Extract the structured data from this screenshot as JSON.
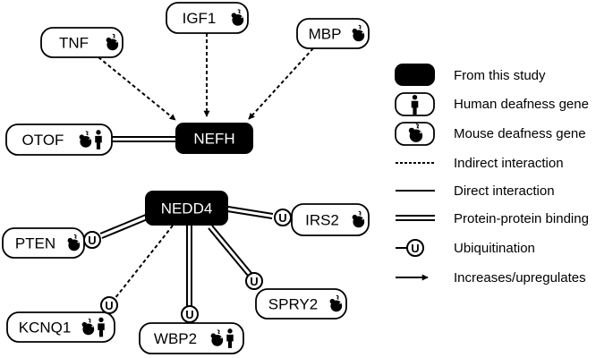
{
  "nodes": {
    "tnf": {
      "label": "TNF",
      "icons": [
        "mouse"
      ]
    },
    "igf1": {
      "label": "IGF1",
      "icons": [
        "mouse"
      ]
    },
    "mbp": {
      "label": "MBP",
      "icons": [
        "mouse"
      ]
    },
    "otof": {
      "label": "OTOF",
      "icons": [
        "mouse",
        "human"
      ]
    },
    "nefh": {
      "label": "NEFH",
      "icons": [],
      "highlight": true
    },
    "nedd4": {
      "label": "NEDD4",
      "icons": [],
      "highlight": true
    },
    "irs2": {
      "label": "IRS2",
      "icons": [
        "mouse"
      ]
    },
    "pten": {
      "label": "PTEN",
      "icons": [
        "mouse"
      ]
    },
    "spry2": {
      "label": "SPRY2",
      "icons": [
        "mouse"
      ]
    },
    "kcnq1": {
      "label": "KCNQ1",
      "icons": [
        "mouse",
        "human"
      ]
    },
    "wbp2": {
      "label": "WBP2",
      "icons": [
        "mouse",
        "human"
      ]
    }
  },
  "edges": [
    {
      "from": "tnf",
      "to": "nefh",
      "type": "indirect",
      "arrow": true
    },
    {
      "from": "igf1",
      "to": "nefh",
      "type": "indirect",
      "arrow": true
    },
    {
      "from": "mbp",
      "to": "nefh",
      "type": "indirect",
      "arrow": true
    },
    {
      "from": "otof",
      "to": "nefh",
      "type": "binding"
    },
    {
      "from": "nedd4",
      "to": "irs2",
      "type": "binding",
      "ubiquitination": true
    },
    {
      "from": "nedd4",
      "to": "pten",
      "type": "binding",
      "ubiquitination": true
    },
    {
      "from": "nedd4",
      "to": "spry2",
      "type": "binding",
      "ubiquitination": true
    },
    {
      "from": "nedd4",
      "to": "kcnq1",
      "type": "indirect",
      "ubiquitination": true
    },
    {
      "from": "nedd4",
      "to": "wbp2",
      "type": "binding",
      "ubiquitination": true
    }
  ],
  "legend": {
    "study": "From this study",
    "human": "Human deafness gene",
    "mouse": "Mouse deafness gene",
    "indirect": "Indirect interaction",
    "direct": "Direct interaction",
    "binding": "Protein-protein binding",
    "ubiquitination": "Ubiquitination",
    "increases": "Increases/upregulates"
  },
  "ubiquitin_symbol": "U",
  "colors": {
    "highlight_fill": "#000000",
    "highlight_text": "#ffffff",
    "ink": "#000000",
    "background": "#ffffff"
  }
}
